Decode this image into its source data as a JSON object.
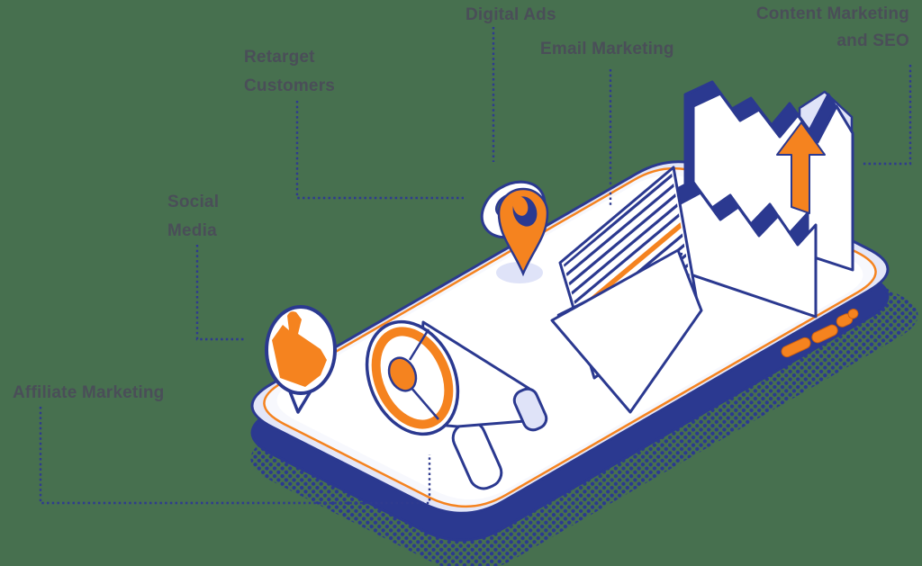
{
  "labels": {
    "digital_ads": "Digital Ads",
    "retarget_customers": "Retarget Customers",
    "email_marketing": "Email Marketing",
    "content_marketing_and_seo": "Content Marketing and SEO",
    "social_media": "Social Media",
    "affiliate_marketing": "Affiliate Marketing"
  },
  "palette": {
    "background_green": "#47704f",
    "navy": "#2b3990",
    "orange": "#f5831f",
    "lavender": "#dfe3f8",
    "pale_screen_rim": "#f7f8fd",
    "white": "#ffffff",
    "label_text": "#4a4e58"
  },
  "icons": [
    {
      "name": "smartphone-illustration"
    },
    {
      "name": "like-speech-bubble-icon"
    },
    {
      "name": "megaphone-icon"
    },
    {
      "name": "location-pin-icon"
    },
    {
      "name": "open-envelope-letter-icon"
    },
    {
      "name": "growth-chart-arrow-icon"
    },
    {
      "name": "phone-side-buttons"
    }
  ]
}
